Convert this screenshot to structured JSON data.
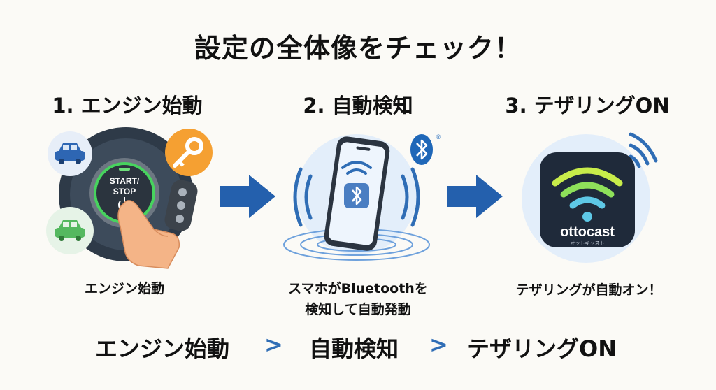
{
  "title": "設定の全体像をチェック！",
  "steps": [
    {
      "heading": "1. エンジン始動",
      "caption_line1": "エンジン始動",
      "caption_line2": ""
    },
    {
      "heading": "2. 自動検知",
      "caption_line1": "スマホがBluetoothを",
      "caption_line2": "検知して自動発動"
    },
    {
      "heading": "3. テザリングON",
      "caption_line1": "テザリングが自動オン！",
      "caption_line2": ""
    }
  ],
  "button": {
    "line1": "START/",
    "line2": "STOP"
  },
  "app": {
    "brand": "ottocast",
    "subtitle": "オットキャスト"
  },
  "bt_mark": "®",
  "flow": {
    "item1": "エンジン始動",
    "sep1": ">",
    "item2": "自動検知",
    "sep2": ">",
    "item3": "テザリングON"
  },
  "colors": {
    "accent": "#2460ad",
    "bluetooth": "#1f67b8",
    "key": "#f5a032",
    "green": "#54b85f"
  },
  "icons": [
    "car-icon",
    "key-icon",
    "fob-icon",
    "finger-icon",
    "bluetooth-icon",
    "wifi-icon"
  ]
}
